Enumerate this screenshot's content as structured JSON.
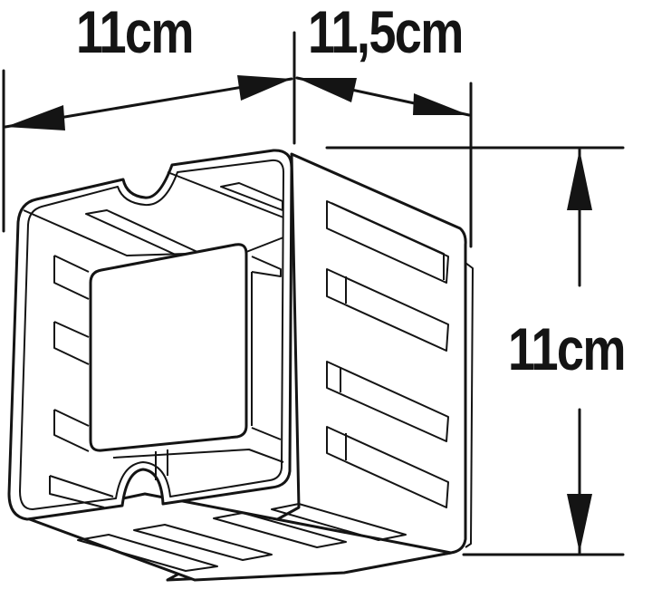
{
  "diagram": {
    "subject": "square junction box / cable box with slotted sides",
    "dimensions": {
      "width": {
        "label": "11cm",
        "axis": "front width"
      },
      "depth": {
        "label": "11,5cm",
        "axis": "side depth"
      },
      "height": {
        "label": "11cm",
        "axis": "height"
      }
    },
    "colors": {
      "line": "#141414",
      "background": "#ffffff"
    }
  }
}
